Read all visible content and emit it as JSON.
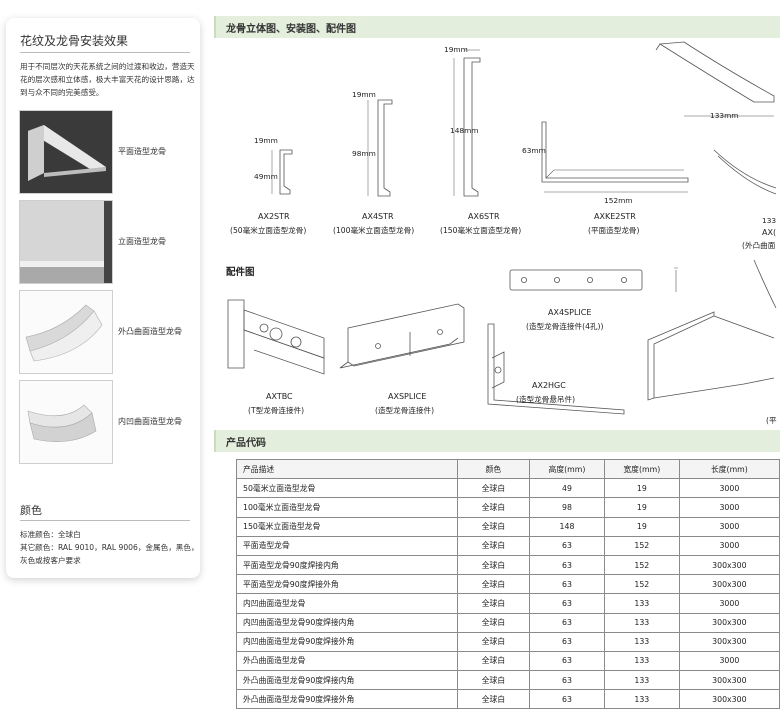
{
  "left_panel": {
    "title": "花纹及龙骨安装效果",
    "description": "用于不同层次的天花系统之间的过渡和收边，营造天花的层次感和立体感，极大丰富天花的设计思路，达到与众不同的完美感受。",
    "thumbnails": [
      {
        "label": "平面造型龙骨",
        "icon": "flat-profile-image"
      },
      {
        "label": "立面造型龙骨",
        "icon": "vertical-profile-image"
      },
      {
        "label": "外凸曲面造型龙骨",
        "icon": "convex-curve-image"
      },
      {
        "label": "内凹曲面造型龙骨",
        "icon": "concave-curve-image"
      }
    ],
    "color_title": "颜色",
    "color_standard": "标准颜色：全球白",
    "color_other": "其它颜色：RAL 9010，RAL 9006，金属色，黑色，灰色或按客户要求"
  },
  "section_diagrams": {
    "title": "龙骨立体图、安装图、配件图",
    "profiles": [
      {
        "code": "AX2STR",
        "desc": "(50毫米立面造型龙骨)",
        "dim_top": "19mm",
        "dim_side": "49mm"
      },
      {
        "code": "AX4STR",
        "desc": "(100毫米立面造型龙骨)",
        "dim_top": "19mm",
        "dim_side": "98mm"
      },
      {
        "code": "AX6STR",
        "desc": "(150毫米立面造型龙骨)",
        "dim_top": "19mm",
        "dim_side": "148mm"
      },
      {
        "code": "AXKE2STR",
        "desc": "(平面造型龙骨)",
        "dim_top": "152mm",
        "dim_side": "63mm"
      },
      {
        "code": "AX(",
        "desc": "(外凸曲面",
        "dim_top": "133mm",
        "dim_side": "133"
      }
    ],
    "accessories_title": "配件图",
    "accessories": [
      {
        "code": "AXTBC",
        "desc": "(T型龙骨连接件)"
      },
      {
        "code": "AXSPLICE",
        "desc": "(造型龙骨连接件)"
      },
      {
        "code": "AX4SPLICE",
        "desc": "(造型龙骨连接件(4孔))"
      },
      {
        "code": "AX2HGC",
        "desc": "(造型龙骨悬吊件)"
      },
      {
        "code": "",
        "desc": "(平"
      }
    ]
  },
  "section_codes": {
    "title": "产品代码",
    "headers": [
      "产品描述",
      "颜色",
      "高度(mm)",
      "宽度(mm)",
      "长度(mm)"
    ],
    "rows": [
      [
        "50毫米立面造型龙骨",
        "全球白",
        "49",
        "19",
        "3000"
      ],
      [
        "100毫米立面造型龙骨",
        "全球白",
        "98",
        "19",
        "3000"
      ],
      [
        "150毫米立面造型龙骨",
        "全球白",
        "148",
        "19",
        "3000"
      ],
      [
        "平面造型龙骨",
        "全球白",
        "63",
        "152",
        "3000"
      ],
      [
        "平面造型龙骨90度焊接内角",
        "全球白",
        "63",
        "152",
        "300x300"
      ],
      [
        "平面造型龙骨90度焊接外角",
        "全球白",
        "63",
        "152",
        "300x300"
      ],
      [
        "内凹曲面造型龙骨",
        "全球白",
        "63",
        "133",
        "3000"
      ],
      [
        "内凹曲面造型龙骨90度焊接内角",
        "全球白",
        "63",
        "133",
        "300x300"
      ],
      [
        "内凹曲面造型龙骨90度焊接外角",
        "全球白",
        "63",
        "133",
        "300x300"
      ],
      [
        "外凸曲面造型龙骨",
        "全球白",
        "63",
        "133",
        "3000"
      ],
      [
        "外凸曲面造型龙骨90度焊接内角",
        "全球白",
        "63",
        "133",
        "300x300"
      ],
      [
        "外凸曲面造型龙骨90度焊接外角",
        "全球白",
        "63",
        "133",
        "300x300"
      ]
    ]
  },
  "colors": {
    "header_bg": "#e3eedc",
    "line": "#555555"
  }
}
